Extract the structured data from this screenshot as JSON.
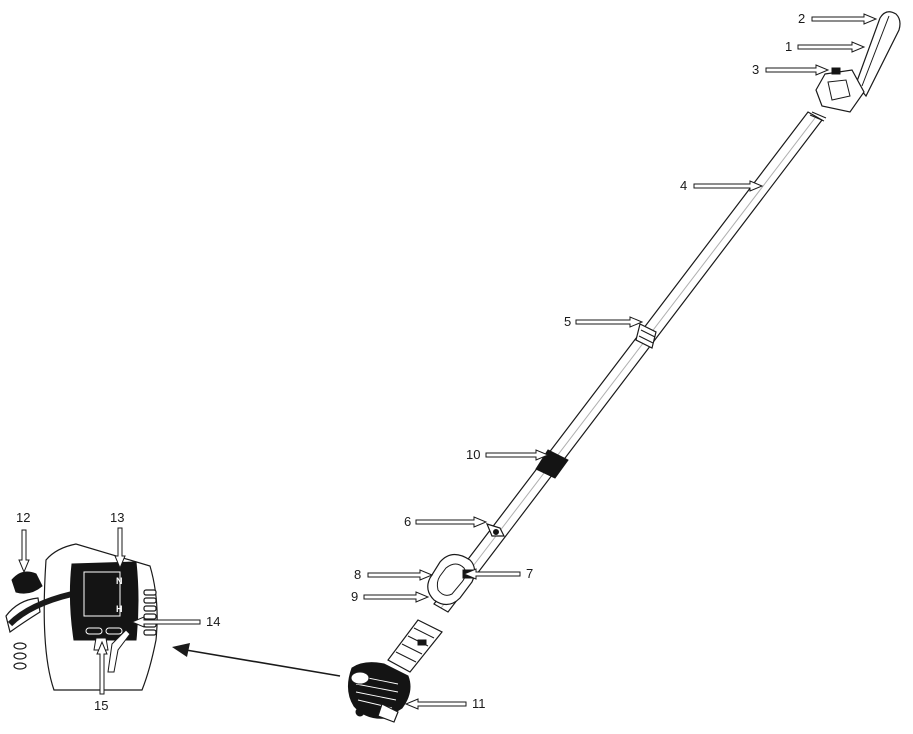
{
  "diagram": {
    "callouts": {
      "c1": "1",
      "c2": "2",
      "c3": "3",
      "c4": "4",
      "c5": "5",
      "c6": "6",
      "c7": "7",
      "c8": "8",
      "c9": "9",
      "c10": "10",
      "c11": "11",
      "c12": "12",
      "c13": "13",
      "c14": "14",
      "c15": "15"
    },
    "inset_markings": {
      "mark_n": "N",
      "mark_h": "H"
    }
  }
}
